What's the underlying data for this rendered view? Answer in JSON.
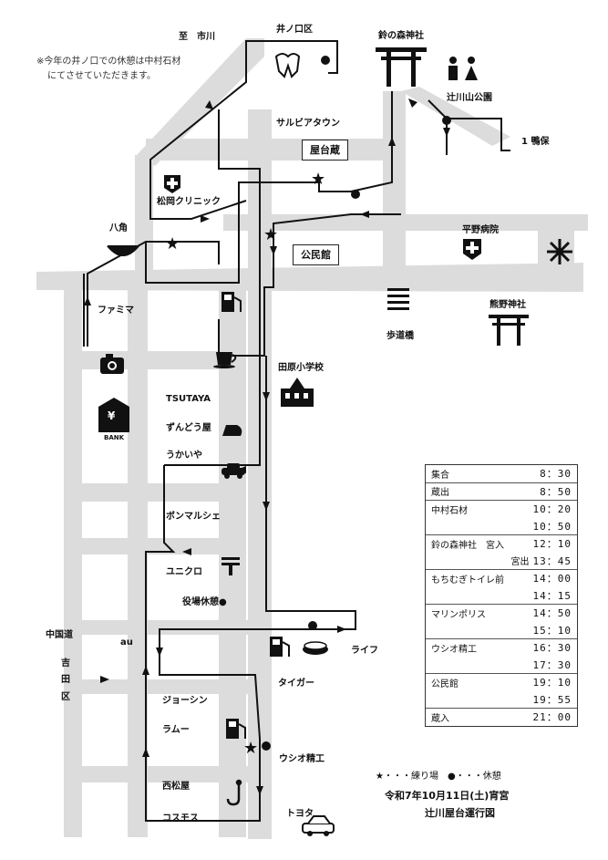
{
  "note": {
    "line1": "※今年の井ノ口での休憩は中村石材",
    "line2": "にてさせていただきます。"
  },
  "labels": {
    "to_ichikawa": "至　市川",
    "inoguchi": "井ノ口区",
    "suzunomori": "鈴の森神社",
    "tsujikawayama_park": "辻川山公園",
    "ichi_ho": "1 鴨保",
    "salvia_town": "サルビアタウン",
    "yataigura": "屋台蔵",
    "matsuoka_clinic": "松岡クリニック",
    "hirano_hospital": "平野病院",
    "hakkaku": "八角",
    "kominkan": "公民館",
    "familymart": "ファミマ",
    "hodokyo": "歩道橋",
    "kumano_shrine": "熊野神社",
    "tawara_school": "田原小学校",
    "tsutaya": "TSUTAYA",
    "zundouya": "ずんどう屋",
    "ukaiya": "うかいや",
    "bonmarche": "ボンマルシェ",
    "uniqlo": "ユニクロ",
    "yakuba_rest": "役場休憩●",
    "chugoku_road": "中国道",
    "au": "au",
    "yoshida": "吉",
    "yoshida2": "田",
    "yoshida3": "区",
    "life": "ライフ",
    "tiger": "タイガー",
    "joshin": "ジョーシン",
    "ramu": "ラムー",
    "ushio": "ウシオ精工",
    "nishimatsuya": "西松屋",
    "cosmos": "コスモス",
    "toyota": "トヨタ",
    "bank": "BANK",
    "yen": "¥"
  },
  "schedule": [
    {
      "rows": [
        {
          "place": "集合",
          "time": "8：30"
        }
      ]
    },
    {
      "rows": [
        {
          "place": "蔵出",
          "time": "8：50"
        }
      ]
    },
    {
      "rows": [
        {
          "place": "中村石材",
          "time": "10：20"
        },
        {
          "place": "",
          "time": "10：50"
        }
      ]
    },
    {
      "rows": [
        {
          "place": "鈴の森神社　宮入",
          "time": "12：10"
        },
        {
          "place": "宮出",
          "time": "13：45"
        }
      ]
    },
    {
      "rows": [
        {
          "place": "もちむぎトイレ前",
          "time": "14：00"
        },
        {
          "place": "",
          "time": "14：15"
        }
      ]
    },
    {
      "rows": [
        {
          "place": "マリンポリス",
          "time": "14：50"
        },
        {
          "place": "",
          "time": "15：10"
        }
      ]
    },
    {
      "rows": [
        {
          "place": "ウシオ精工",
          "time": "16：30"
        },
        {
          "place": "",
          "time": "17：30"
        }
      ]
    },
    {
      "rows": [
        {
          "place": "公民館",
          "time": "19：10"
        },
        {
          "place": "",
          "time": "19：55"
        }
      ]
    },
    {
      "rows": [
        {
          "place": "蔵入",
          "time": "21：00"
        }
      ]
    }
  ],
  "legend": "★・・・練り場　●・・・休憩",
  "footer": {
    "date": "令和7年10月11日(土)宵宮",
    "title": "辻川屋台運行図"
  },
  "colors": {
    "road": "#dcdcdc",
    "route": "#111111",
    "ink": "#111111"
  }
}
